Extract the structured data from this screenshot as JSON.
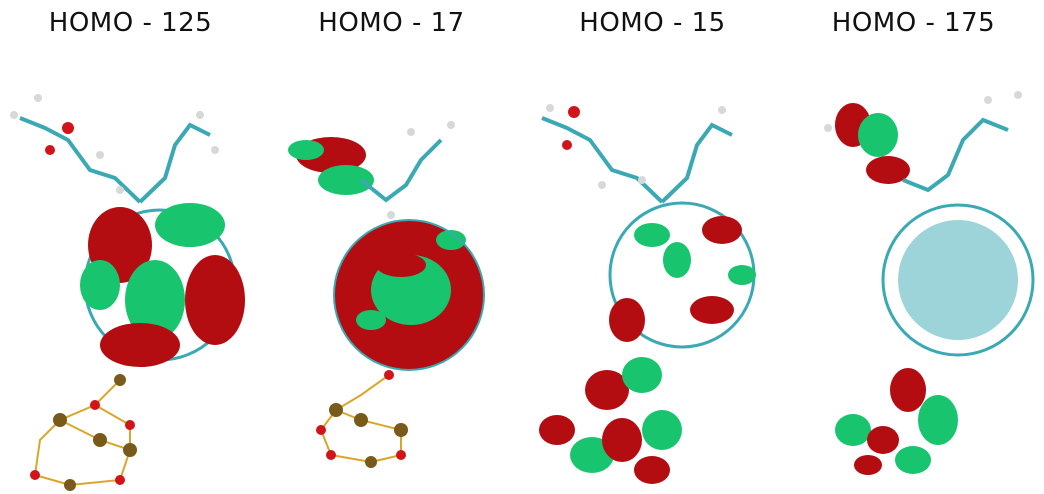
{
  "panels": [
    {
      "title": "HOMO - 125"
    },
    {
      "title": "HOMO - 17"
    },
    {
      "title": "HOMO - 15"
    },
    {
      "title": "HOMO - 175"
    }
  ],
  "colors": {
    "lobe_positive": "#b30d12",
    "lobe_negative": "#19c46e",
    "carbon": "#3aa9b3",
    "hydrogen": "#d8d8d8",
    "oxygen": "#d0141a",
    "metal": "#7a5a1a",
    "metal_bond": "#d9a62a"
  }
}
